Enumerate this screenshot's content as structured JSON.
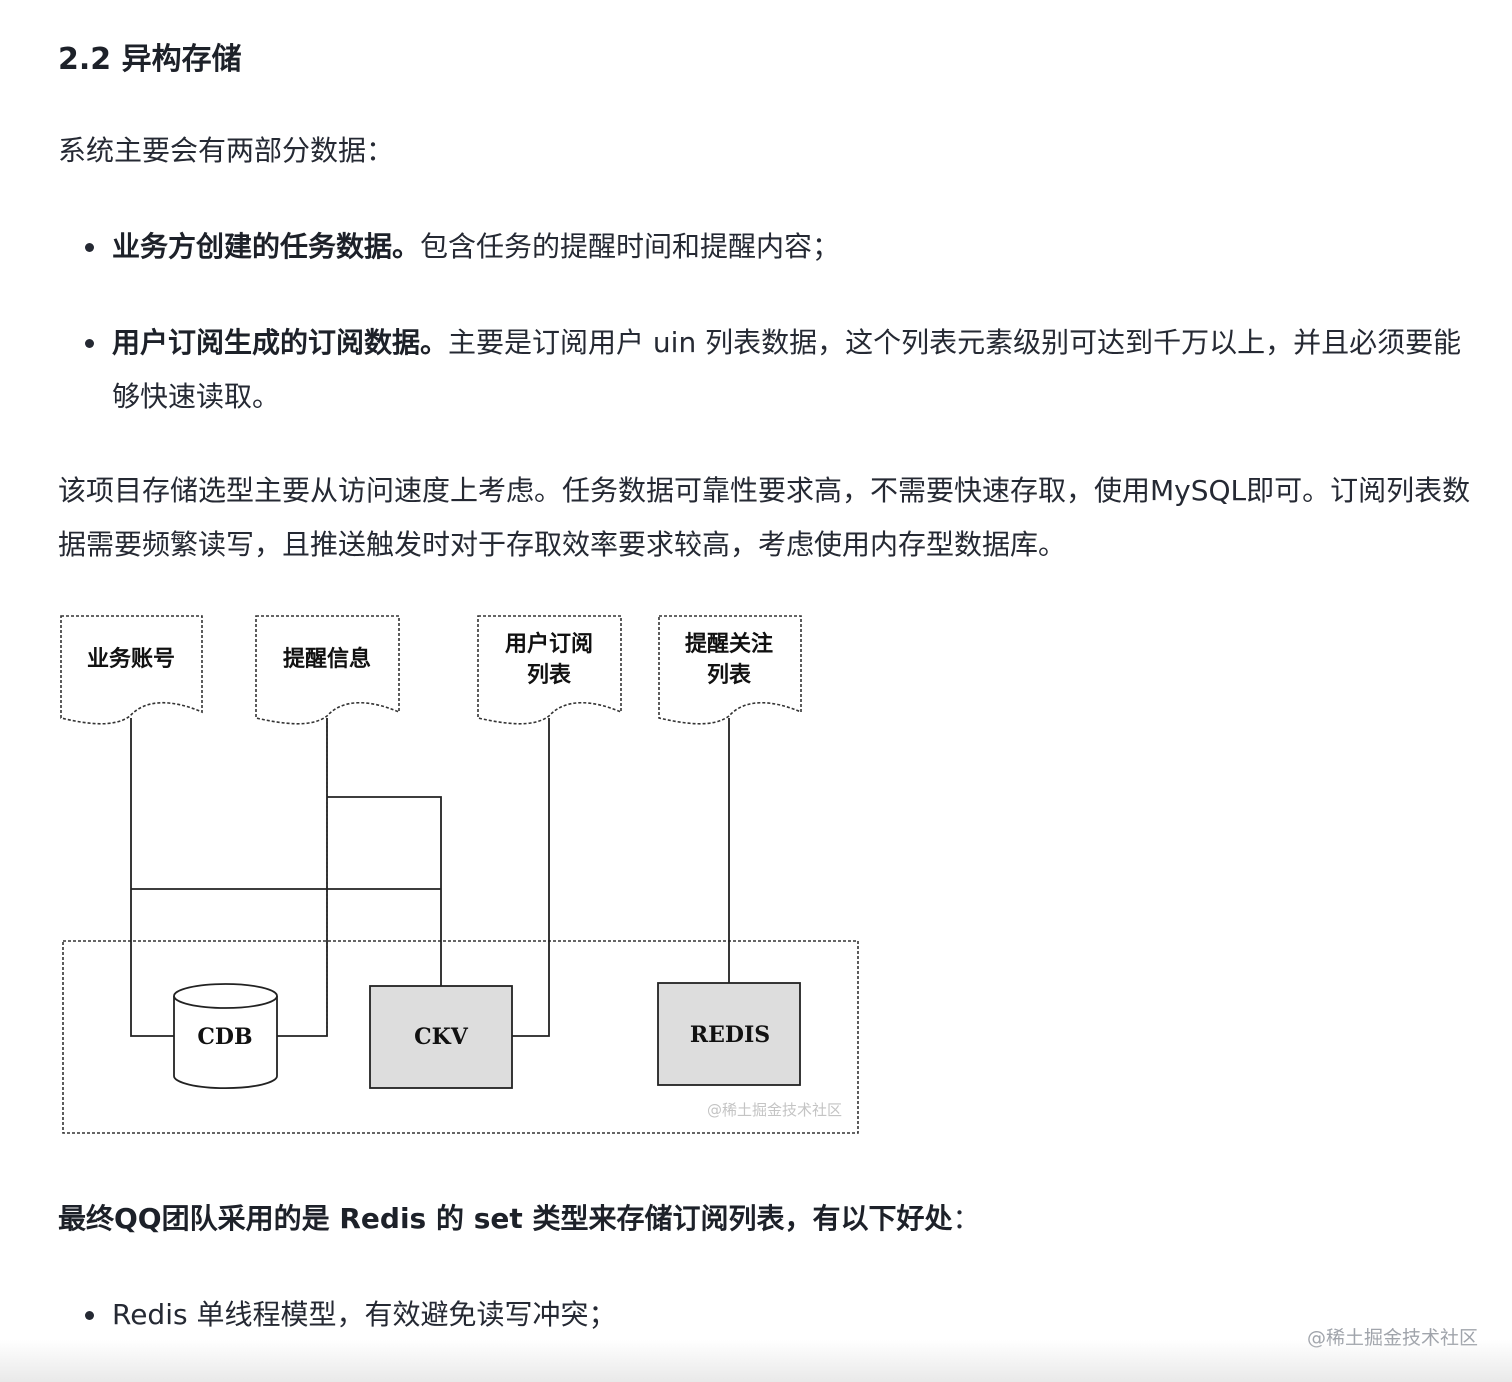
{
  "heading": "2.2 异构存储",
  "intro": "系统主要会有两部分数据：",
  "bullets1": [
    {
      "bold": "业务方创建的任务数据。",
      "text": "包含任务的提醒时间和提醒内容；"
    },
    {
      "bold": "用户订阅生成的订阅数据。",
      "text": "主要是订阅用户 uin 列表数据，这个列表元素级别可达到千万以上，并且必须要能够快速读取。"
    }
  ],
  "para2": "该项目存储选型主要从访问速度上考虑。任务数据可靠性要求高，不需要快速存取，使用MySQL即可。订阅列表数据需要频繁读写，且推送触发时对于存取效率要求较高，考虑使用内存型数据库。",
  "diagram": {
    "docs": [
      "业务账号",
      "提醒信息",
      "用户订阅",
      "列表",
      "提醒关注",
      "列表"
    ],
    "stores": [
      "CDB",
      "CKV",
      "REDIS"
    ],
    "watermark": "@稀土掘金技术社区"
  },
  "para3_bold": "最终QQ团队采用的是 Redis 的 set 类型来存储订阅列表，有以下好处",
  "para3_tail": "：",
  "bullets2": [
    "Redis 单线程模型，有效避免读写冲突；"
  ],
  "page_watermark": "@稀土掘金技术社区"
}
